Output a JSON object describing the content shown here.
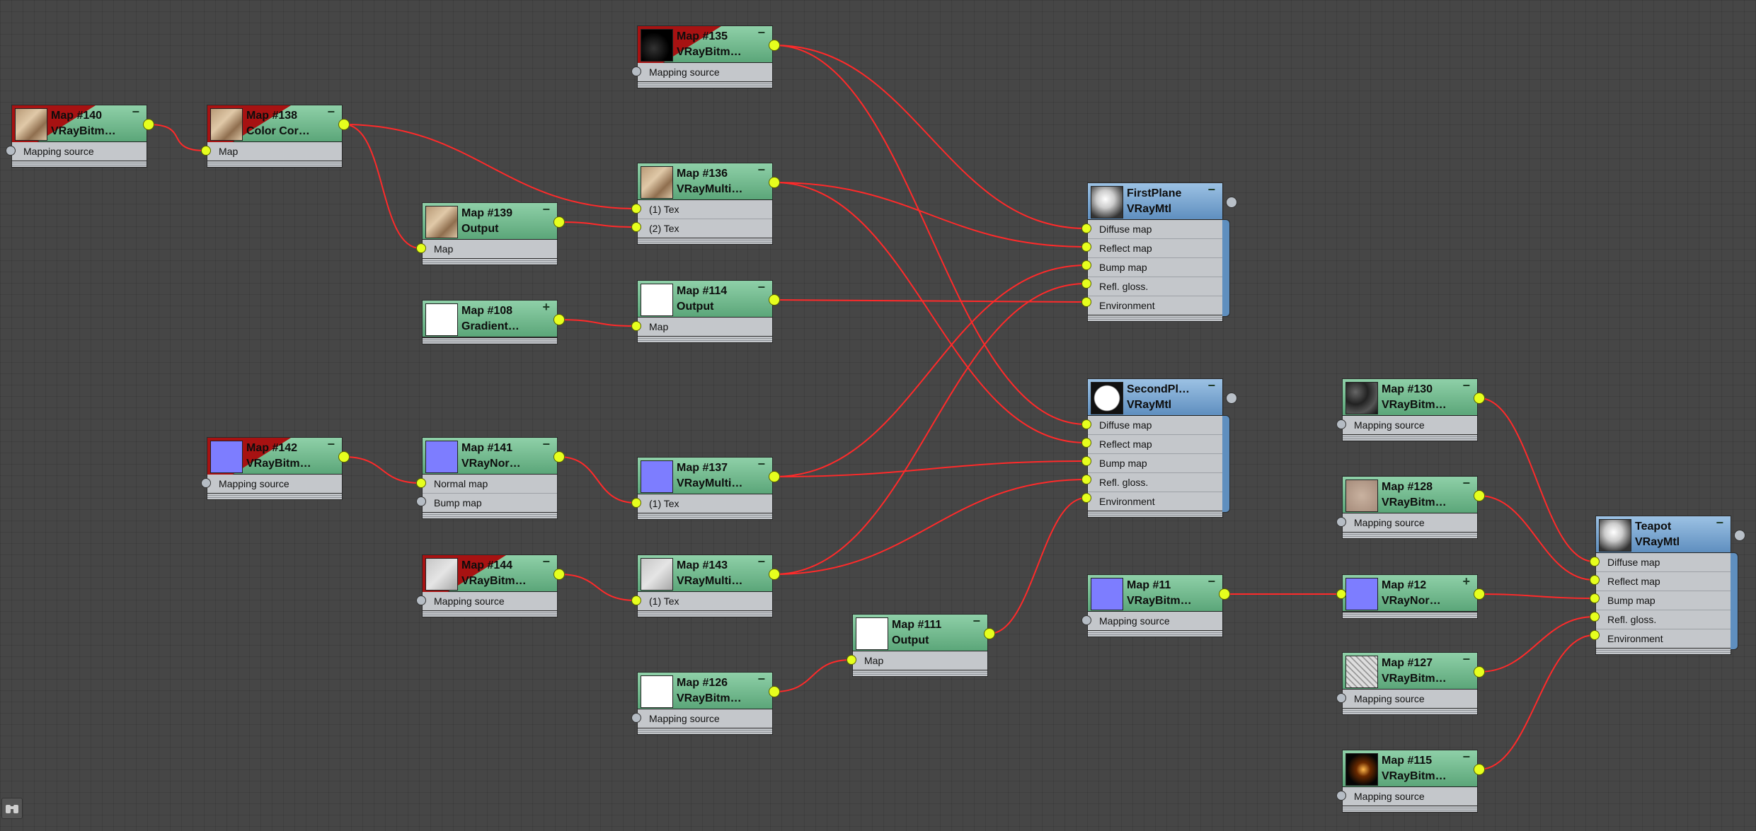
{
  "nodes": [
    {
      "id": "n140",
      "title": "Map #140",
      "sub": "VRayBitm…",
      "flag": true,
      "thumb": "t-wood",
      "rows": [
        "Mapping source"
      ]
    },
    {
      "id": "n138",
      "title": "Map #138",
      "sub": "Color Cor…",
      "flag": true,
      "thumb": "t-wood",
      "rows": [
        "Map"
      ]
    },
    {
      "id": "n135",
      "title": "Map #135",
      "sub": "VRayBitm…",
      "flag": true,
      "thumb": "t-black",
      "rows": [
        "Mapping source"
      ]
    },
    {
      "id": "n139",
      "title": "Map #139",
      "sub": "Output",
      "flag": false,
      "thumb": "t-wood",
      "rows": [
        "Map"
      ]
    },
    {
      "id": "n136",
      "title": "Map #136",
      "sub": "VRayMulti…",
      "flag": false,
      "thumb": "t-wood",
      "rows": [
        "(1) Tex",
        "(2) Tex"
      ]
    },
    {
      "id": "n108",
      "title": "Map #108",
      "sub": "Gradient…",
      "flag": false,
      "thumb": "t-white",
      "plus": true,
      "rows": []
    },
    {
      "id": "n114",
      "title": "Map #114",
      "sub": "Output",
      "flag": false,
      "thumb": "t-white",
      "rows": [
        "Map"
      ]
    },
    {
      "id": "n142",
      "title": "Map #142",
      "sub": "VRayBitm…",
      "flag": true,
      "thumb": "t-blue",
      "rows": [
        "Mapping source"
      ]
    },
    {
      "id": "n141",
      "title": "Map #141",
      "sub": "VRayNor…",
      "flag": false,
      "thumb": "t-blue",
      "rows": [
        "Normal map",
        "Bump map"
      ]
    },
    {
      "id": "n137",
      "title": "Map #137",
      "sub": "VRayMulti…",
      "flag": false,
      "thumb": "t-blue",
      "rows": [
        "(1) Tex"
      ]
    },
    {
      "id": "n144",
      "title": "Map #144",
      "sub": "VRayBitm…",
      "flag": true,
      "thumb": "t-gray",
      "rows": [
        "Mapping source"
      ]
    },
    {
      "id": "n143",
      "title": "Map #143",
      "sub": "VRayMulti…",
      "flag": false,
      "thumb": "t-gray",
      "rows": [
        "(1) Tex"
      ]
    },
    {
      "id": "n126",
      "title": "Map #126",
      "sub": "VRayBitm…",
      "flag": false,
      "thumb": "t-white",
      "rows": [
        "Mapping source"
      ]
    },
    {
      "id": "n111",
      "title": "Map #111",
      "sub": "Output",
      "flag": false,
      "thumb": "t-white",
      "rows": [
        "Map"
      ]
    },
    {
      "id": "first",
      "title": "FirstPlane",
      "sub": "VRayMtl",
      "mat": true,
      "thumb": "t-sphere",
      "rows": [
        "Diffuse map",
        "Reflect map",
        "Bump map",
        "Refl. gloss.",
        "Environment"
      ]
    },
    {
      "id": "second",
      "title": "SecondPl…",
      "sub": "VRayMtl",
      "mat": true,
      "thumb": "t-whites",
      "rows": [
        "Diffuse map",
        "Reflect map",
        "Bump map",
        "Refl. gloss.",
        "Environment"
      ]
    },
    {
      "id": "n11",
      "title": "Map #11",
      "sub": "VRayBitm…",
      "flag": false,
      "thumb": "t-blue",
      "rows": [
        "Mapping source"
      ]
    },
    {
      "id": "n130",
      "title": "Map #130",
      "sub": "VRayBitm…",
      "flag": false,
      "thumb": "t-grime",
      "rows": [
        "Mapping source"
      ]
    },
    {
      "id": "n128",
      "title": "Map #128",
      "sub": "VRayBitm…",
      "flag": false,
      "thumb": "t-tan",
      "rows": [
        "Mapping source"
      ]
    },
    {
      "id": "n12",
      "title": "Map #12",
      "sub": "VRayNor…",
      "flag": false,
      "thumb": "t-blue",
      "plus": true,
      "rows": []
    },
    {
      "id": "n127",
      "title": "Map #127",
      "sub": "VRayBitm…",
      "flag": false,
      "thumb": "t-tile",
      "rows": [
        "Mapping source"
      ]
    },
    {
      "id": "n115",
      "title": "Map #115",
      "sub": "VRayBitm…",
      "flag": false,
      "thumb": "t-fire",
      "rows": [
        "Mapping source"
      ]
    },
    {
      "id": "teapot",
      "title": "Teapot",
      "sub": "VRayMtl",
      "mat": true,
      "thumb": "t-sphere",
      "rows": [
        "Diffuse map",
        "Reflect map",
        "Bump map",
        "Refl. gloss.",
        "Environment"
      ]
    }
  ],
  "toggle_minus": "−",
  "toggle_plus": "+",
  "wire_color": "#ff2a2a",
  "connections": [
    [
      "n140",
      -1,
      "n138",
      0
    ],
    [
      "n138",
      -1,
      "n139",
      0
    ],
    [
      "n138",
      -1,
      "n136",
      0
    ],
    [
      "n139",
      -1,
      "n136",
      1
    ],
    [
      "n108",
      -1,
      "n114",
      0
    ],
    [
      "n142",
      -1,
      "n141",
      0
    ],
    [
      "n141",
      -1,
      "n137",
      0
    ],
    [
      "n144",
      -1,
      "n143",
      0
    ],
    [
      "n126",
      -1,
      "n111",
      0
    ],
    [
      "n135",
      -1,
      "first",
      0
    ],
    [
      "n135",
      -1,
      "second",
      0
    ],
    [
      "n136",
      -1,
      "first",
      1
    ],
    [
      "n136",
      -1,
      "second",
      1
    ],
    [
      "n114",
      -1,
      "first",
      4
    ],
    [
      "n137",
      -1,
      "first",
      2
    ],
    [
      "n137",
      -1,
      "second",
      2
    ],
    [
      "n143",
      -1,
      "first",
      3
    ],
    [
      "n143",
      -1,
      "second",
      3
    ],
    [
      "n111",
      -1,
      "second",
      4
    ],
    [
      "n11",
      -1,
      "n12",
      -2
    ],
    [
      "n130",
      -1,
      "teapot",
      0
    ],
    [
      "n128",
      -1,
      "teapot",
      1
    ],
    [
      "n12",
      -1,
      "teapot",
      2
    ],
    [
      "n127",
      -1,
      "teapot",
      3
    ],
    [
      "n115",
      -1,
      "teapot",
      4
    ]
  ]
}
